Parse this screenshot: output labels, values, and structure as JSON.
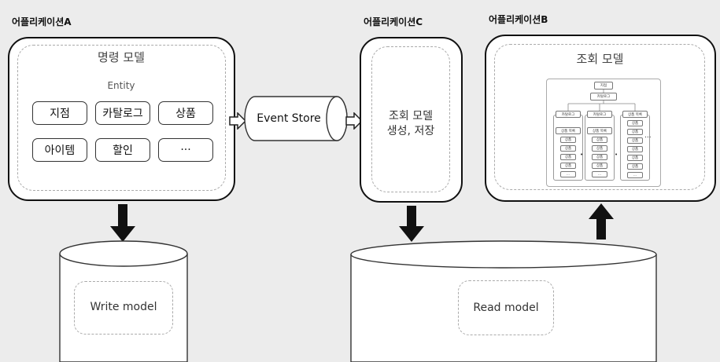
{
  "app_a": {
    "label": "어플리케이션A",
    "command_model_title": "명령 모델",
    "entity_label": "Entity",
    "entities": [
      "지점",
      "카탈로그",
      "상품",
      "아이템",
      "할인",
      "···"
    ]
  },
  "event_store": {
    "label": "Event Store"
  },
  "app_c": {
    "label": "어플리케이션C",
    "line1": "조회 모델",
    "line2": "생성, 저장"
  },
  "app_b": {
    "label": "어플리케이션B",
    "query_model_title": "조회 모델",
    "tree": {
      "root": "지점",
      "mid": "카탈로그",
      "col1_header": "카탈로그",
      "col2_header": "카탈로그",
      "col3_header": "상품 목록",
      "list_header": "상품 목록",
      "item": "상품",
      "more": "...",
      "side_more": "..."
    }
  },
  "write_db": {
    "label": "Write model"
  },
  "read_db": {
    "label": "Read model"
  }
}
